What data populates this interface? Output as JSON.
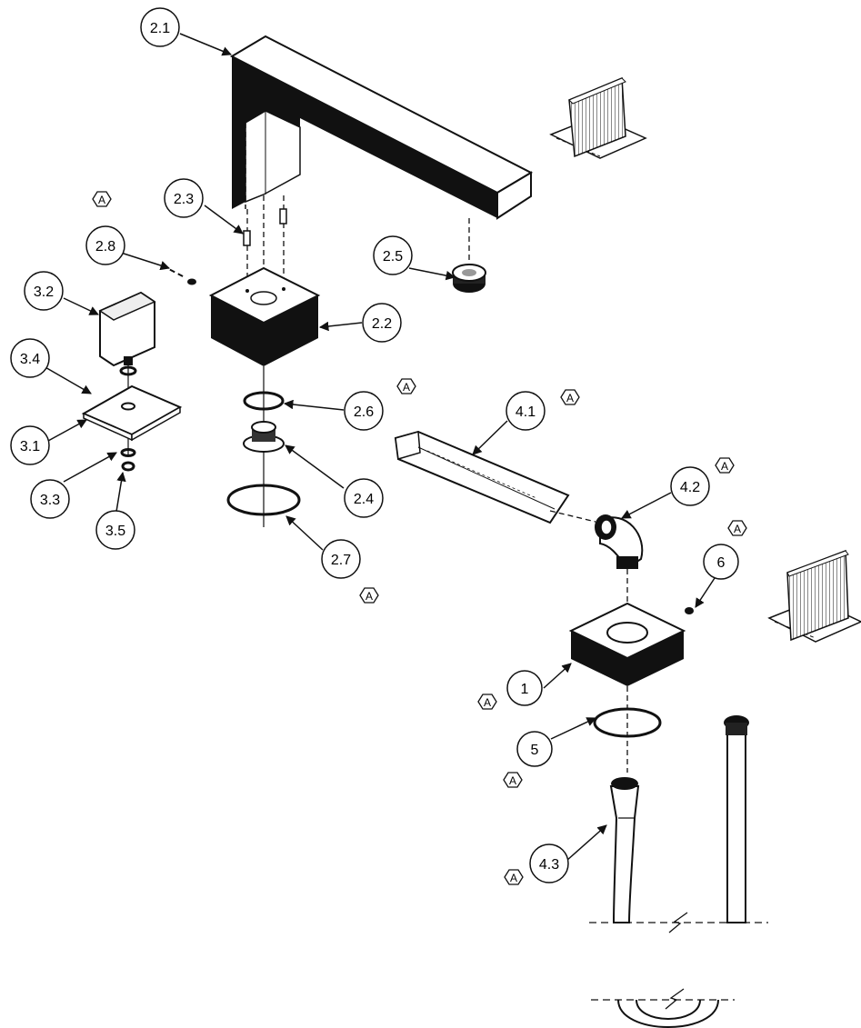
{
  "callouts": [
    {
      "id": "c-2-1",
      "label": "2.1"
    },
    {
      "id": "c-2-2",
      "label": "2.2"
    },
    {
      "id": "c-2-3",
      "label": "2.3"
    },
    {
      "id": "c-2-4",
      "label": "2.4"
    },
    {
      "id": "c-2-5",
      "label": "2.5"
    },
    {
      "id": "c-2-6",
      "label": "2.6"
    },
    {
      "id": "c-2-7",
      "label": "2.7"
    },
    {
      "id": "c-2-8",
      "label": "2.8"
    },
    {
      "id": "c-3-1",
      "label": "3.1"
    },
    {
      "id": "c-3-2",
      "label": "3.2"
    },
    {
      "id": "c-3-3",
      "label": "3.3"
    },
    {
      "id": "c-3-4",
      "label": "3.4"
    },
    {
      "id": "c-3-5",
      "label": "3.5"
    },
    {
      "id": "c-4-1",
      "label": "4.1"
    },
    {
      "id": "c-4-2",
      "label": "4.2"
    },
    {
      "id": "c-4-3",
      "label": "4.3"
    },
    {
      "id": "c-1",
      "label": "1"
    },
    {
      "id": "c-5",
      "label": "5"
    },
    {
      "id": "c-6",
      "label": "6"
    }
  ],
  "hex_marker": "A",
  "colors": {
    "ink": "#111111",
    "paper": "#ffffff",
    "shade": "#cccccc"
  }
}
